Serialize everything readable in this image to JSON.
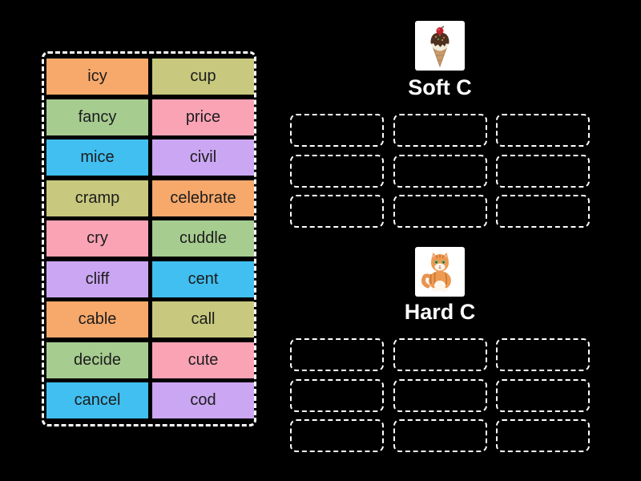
{
  "activity": {
    "type": "group-sort",
    "background_color": "#000000",
    "dashed_border_color": "#ffffff",
    "tile_text_color": "#1c1c1c"
  },
  "bank": {
    "tiles": [
      {
        "label": "icy",
        "color": "#f6a96b"
      },
      {
        "label": "cup",
        "color": "#c8c87e"
      },
      {
        "label": "fancy",
        "color": "#a6cc90"
      },
      {
        "label": "price",
        "color": "#f9a3b5"
      },
      {
        "label": "mice",
        "color": "#41bff0"
      },
      {
        "label": "civil",
        "color": "#cba6f2"
      },
      {
        "label": "cramp",
        "color": "#c8c87e"
      },
      {
        "label": "celebrate",
        "color": "#f6a96b"
      },
      {
        "label": "cry",
        "color": "#f9a3b5"
      },
      {
        "label": "cuddle",
        "color": "#a6cc90"
      },
      {
        "label": "cliff",
        "color": "#cba6f2"
      },
      {
        "label": "cent",
        "color": "#41bff0"
      },
      {
        "label": "cable",
        "color": "#f6a96b"
      },
      {
        "label": "call",
        "color": "#c8c87e"
      },
      {
        "label": "decide",
        "color": "#a6cc90"
      },
      {
        "label": "cute",
        "color": "#f9a3b5"
      },
      {
        "label": "cancel",
        "color": "#41bff0"
      },
      {
        "label": "cod",
        "color": "#cba6f2"
      }
    ]
  },
  "groups": [
    {
      "title": "Soft C",
      "icon": "ice-cream-icon",
      "slot_count": 9
    },
    {
      "title": "Hard C",
      "icon": "cat-icon",
      "slot_count": 9
    }
  ]
}
